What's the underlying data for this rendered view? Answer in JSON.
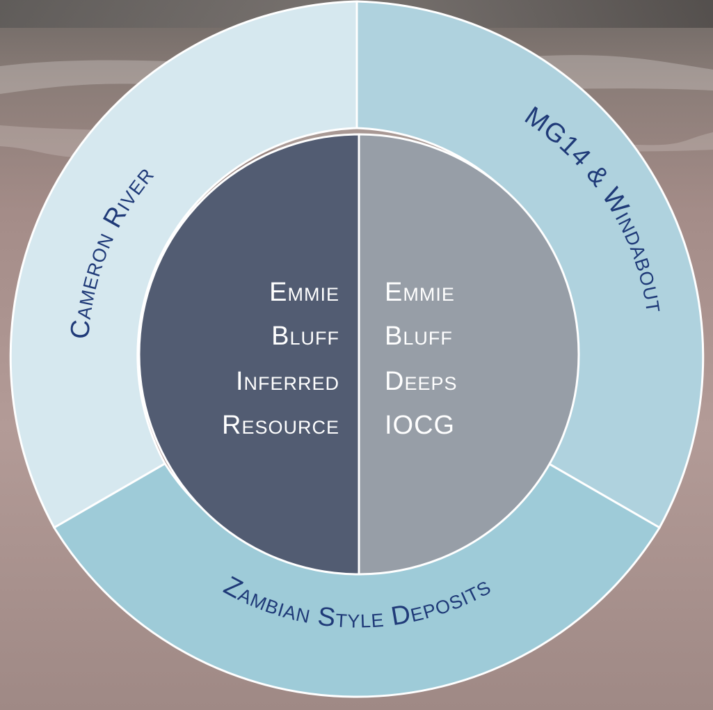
{
  "diagram": {
    "outer_segments": [
      {
        "label": "Cameron River",
        "color": "#d6e8ef"
      },
      {
        "label": "MG14 & Windabout",
        "color": "#afd2de"
      },
      {
        "label": "Zambian Style Deposits",
        "color": "#9ecbd8"
      }
    ],
    "inner_left": {
      "lines": [
        "Emmie",
        "Bluff",
        "Inferred",
        "Resource"
      ],
      "color": "#525c72",
      "text_color": "#ffffff"
    },
    "inner_right": {
      "lines": [
        "Emmie",
        "Bluff",
        "Deeps",
        "IOCG"
      ],
      "color": "#979ea7",
      "text_color": "#ffffff"
    },
    "outer_text_color": "#1f3a78"
  }
}
